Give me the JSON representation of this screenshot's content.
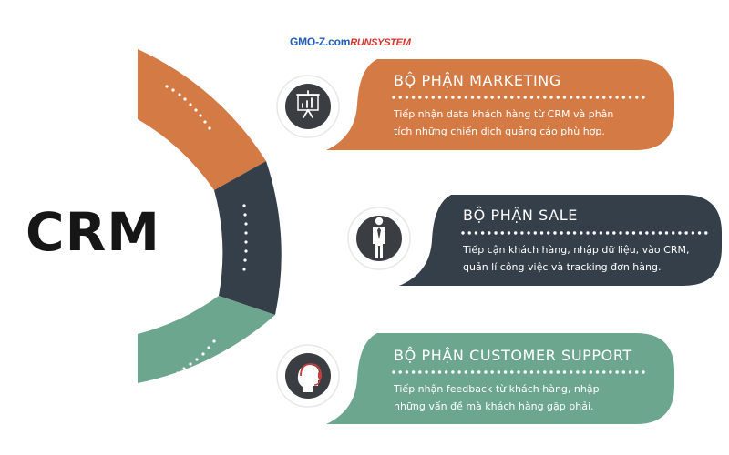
{
  "logo": {
    "primary": "GMO-Z.com",
    "secondary": "RUNSYSTEM"
  },
  "center_title": "CRM",
  "colors": {
    "marketing": "#d47a45",
    "sale": "#353f49",
    "support": "#6ca68e",
    "title": "#161616",
    "logo_blue": "#1f5fb4",
    "logo_red": "#d6322d"
  },
  "departments": [
    {
      "key": "marketing",
      "title": "BỘ PHẬN MARKETING",
      "description": [
        "Tiếp nhận data khách hàng từ CRM và phân",
        "tích những chiến dịch quảng cáo phù hợp."
      ],
      "icon": "presentation-chart-icon"
    },
    {
      "key": "sale",
      "title": "BỘ PHẬN SALE",
      "description": [
        "Tiếp cận khách hàng, nhập dữ liệu, vào CRM,",
        "quản lí công việc và tracking đơn hàng."
      ],
      "icon": "businessman-icon"
    },
    {
      "key": "support",
      "title": "BỘ PHẬN CUSTOMER SUPPORT",
      "description": [
        "Tiếp nhận feedback từ khách hàng, nhập",
        "những vấn đề mà khách hàng gặp phải."
      ],
      "icon": "headset-support-icon"
    }
  ]
}
